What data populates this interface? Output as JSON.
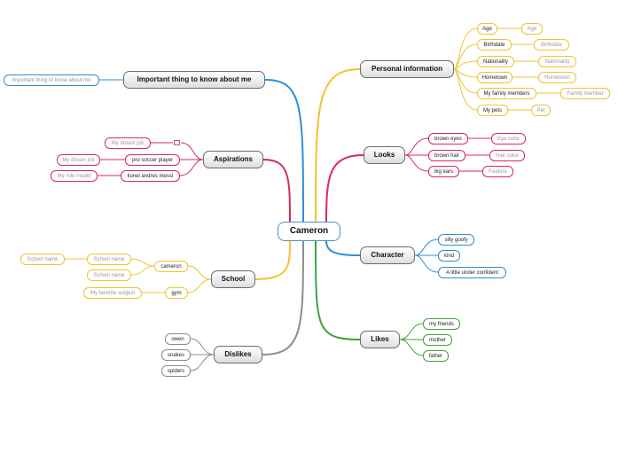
{
  "center": "Cameron",
  "branches": {
    "personal": {
      "title": "Personal information",
      "color": "#f2c230",
      "items": [
        {
          "label": "Age",
          "value": "Age"
        },
        {
          "label": "Birthdate",
          "value": "Birthdate"
        },
        {
          "label": "Nationality",
          "value": "Nationality"
        },
        {
          "label": "Hometown",
          "value": "Hometown"
        },
        {
          "label": "My family members",
          "value": "Family member"
        },
        {
          "label": "My pets",
          "value": "Pet"
        }
      ]
    },
    "looks": {
      "title": "Looks",
      "color": "#d9285f",
      "items": [
        {
          "label": "brown eyes",
          "value": "Eye color"
        },
        {
          "label": "brown hair",
          "value": "Hair color"
        },
        {
          "label": "big ears",
          "value": "Feature"
        }
      ]
    },
    "character": {
      "title": "Character",
      "color": "#2b8fd9",
      "items": [
        "silly goofy",
        "kind",
        "A little under confident"
      ]
    },
    "likes": {
      "title": "Likes",
      "color": "#3ba33b",
      "items": [
        "my friends",
        "mother",
        "father"
      ]
    },
    "important": {
      "title": "Important thing to know about me",
      "color": "#2b8fd9",
      "items": [
        "Important thing to know about me"
      ]
    },
    "aspirations": {
      "title": "Aspirations",
      "color": "#d9285f",
      "dream": "My dream job",
      "items": [
        {
          "label": "pro soccer player",
          "value": "My dream job"
        },
        {
          "label": "lionel andres messi",
          "value": "My role model"
        }
      ]
    },
    "school": {
      "title": "School",
      "color": "#f2c230",
      "cameron": "cameron",
      "school_names": [
        "School name",
        "School name"
      ],
      "school_name_far": "School name",
      "gym": "gym",
      "subject": "My favorite subject"
    },
    "dislikes": {
      "title": "Dislikes",
      "color": "#8c8c8c",
      "items": [
        "owen",
        "snakes",
        "spiders"
      ]
    }
  }
}
